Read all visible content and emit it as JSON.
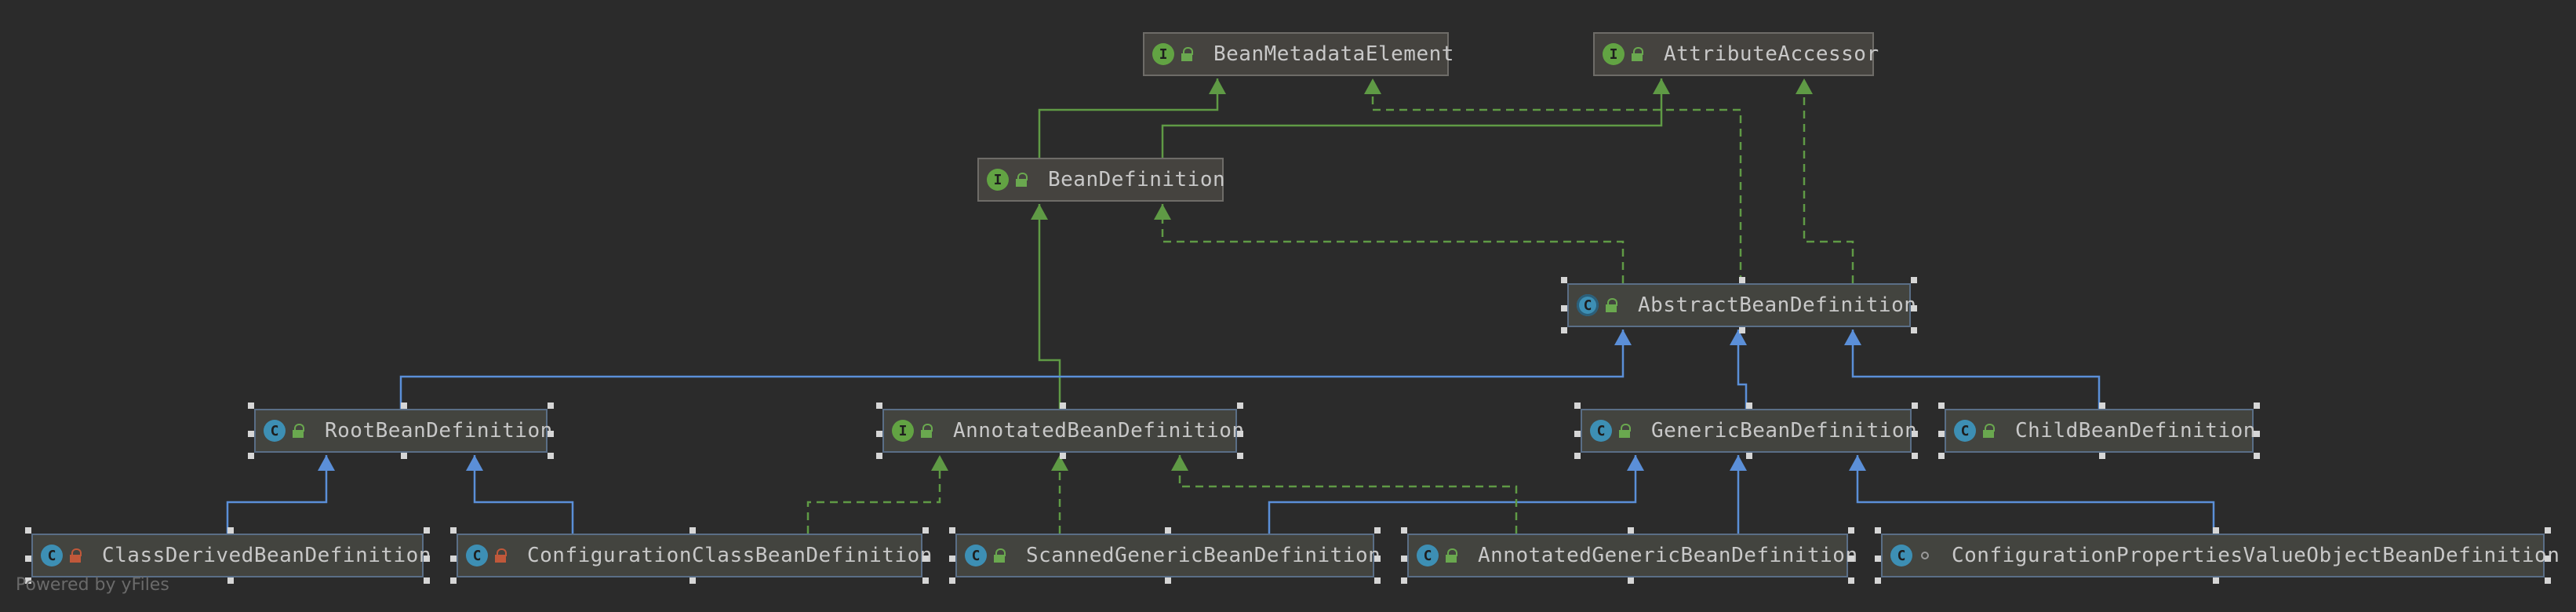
{
  "diagram": {
    "nodes": [
      {
        "id": "bme",
        "label": "BeanMetadataElement",
        "kind": "interface",
        "visibility": "public",
        "badge": "I"
      },
      {
        "id": "aa",
        "label": "AttributeAccessor",
        "kind": "interface",
        "visibility": "public",
        "badge": "I"
      },
      {
        "id": "bd",
        "label": "BeanDefinition",
        "kind": "interface",
        "visibility": "public",
        "badge": "I"
      },
      {
        "id": "abd",
        "label": "AbstractBeanDefinition",
        "kind": "abstract",
        "visibility": "public",
        "badge": "C"
      },
      {
        "id": "rbd",
        "label": "RootBeanDefinition",
        "kind": "class",
        "visibility": "public",
        "badge": "C"
      },
      {
        "id": "anbd",
        "label": "AnnotatedBeanDefinition",
        "kind": "interface",
        "visibility": "public",
        "badge": "I"
      },
      {
        "id": "gbd",
        "label": "GenericBeanDefinition",
        "kind": "class",
        "visibility": "public",
        "badge": "C"
      },
      {
        "id": "cbd",
        "label": "ChildBeanDefinition",
        "kind": "class",
        "visibility": "public",
        "badge": "C"
      },
      {
        "id": "cdbd",
        "label": "ClassDerivedBeanDefinition",
        "kind": "class",
        "visibility": "private",
        "badge": "C"
      },
      {
        "id": "ccbd",
        "label": "ConfigurationClassBeanDefinition",
        "kind": "class",
        "visibility": "private",
        "badge": "C"
      },
      {
        "id": "sgbd",
        "label": "ScannedGenericBeanDefinition",
        "kind": "class",
        "visibility": "public",
        "badge": "C"
      },
      {
        "id": "agbd",
        "label": "AnnotatedGenericBeanDefinition",
        "kind": "class",
        "visibility": "public",
        "badge": "C"
      },
      {
        "id": "cpvobd",
        "label": "ConfigurationPropertiesValueObjectBeanDefinition",
        "kind": "class",
        "visibility": "package",
        "badge": "C"
      }
    ],
    "edges": [
      {
        "from": "bd",
        "to": "bme",
        "type": "extends-interface"
      },
      {
        "from": "bd",
        "to": "aa",
        "type": "extends-interface"
      },
      {
        "from": "abd",
        "to": "bme",
        "type": "implements"
      },
      {
        "from": "abd",
        "to": "aa",
        "type": "implements"
      },
      {
        "from": "abd",
        "to": "bd",
        "type": "implements"
      },
      {
        "from": "anbd",
        "to": "bd",
        "type": "extends-interface"
      },
      {
        "from": "rbd",
        "to": "abd",
        "type": "extends"
      },
      {
        "from": "gbd",
        "to": "abd",
        "type": "extends"
      },
      {
        "from": "cbd",
        "to": "abd",
        "type": "extends"
      },
      {
        "from": "cdbd",
        "to": "rbd",
        "type": "extends"
      },
      {
        "from": "ccbd",
        "to": "rbd",
        "type": "extends"
      },
      {
        "from": "ccbd",
        "to": "anbd",
        "type": "implements"
      },
      {
        "from": "sgbd",
        "to": "anbd",
        "type": "implements"
      },
      {
        "from": "sgbd",
        "to": "gbd",
        "type": "extends"
      },
      {
        "from": "agbd",
        "to": "anbd",
        "type": "implements"
      },
      {
        "from": "agbd",
        "to": "gbd",
        "type": "extends"
      },
      {
        "from": "cpvobd",
        "to": "gbd",
        "type": "extends"
      }
    ]
  },
  "colors": {
    "background": "#2b2b2b",
    "extends": "#5b8fd8",
    "interface_edge": "#5f9a45",
    "implements": "#5f9a45",
    "interface_badge": "#62a343",
    "class_badge": "#3d8fb4"
  },
  "footer": "Powered by yFiles"
}
